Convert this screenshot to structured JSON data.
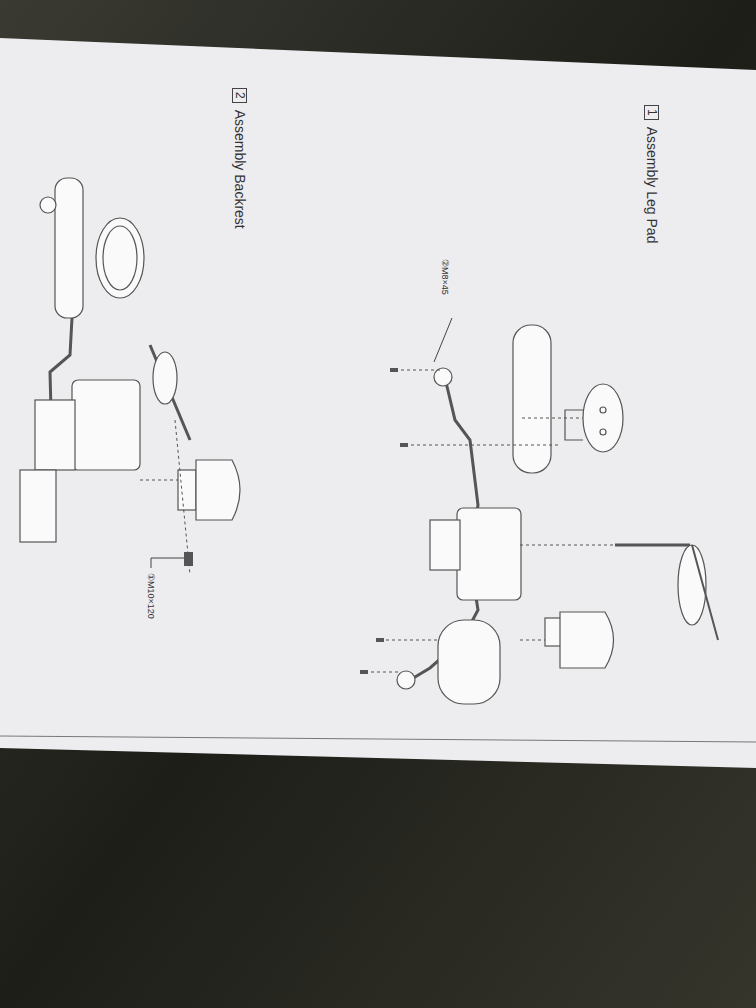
{
  "diagram": {
    "nodes": [
      {
        "text": [
          "1",
          "Assembly Leg Pad"
        ]
      },
      {
        "text": [
          "2",
          "Assembly Backrest"
        ]
      }
    ],
    "labels": [
      "②M8×45",
      "①M10×120"
    ]
  }
}
